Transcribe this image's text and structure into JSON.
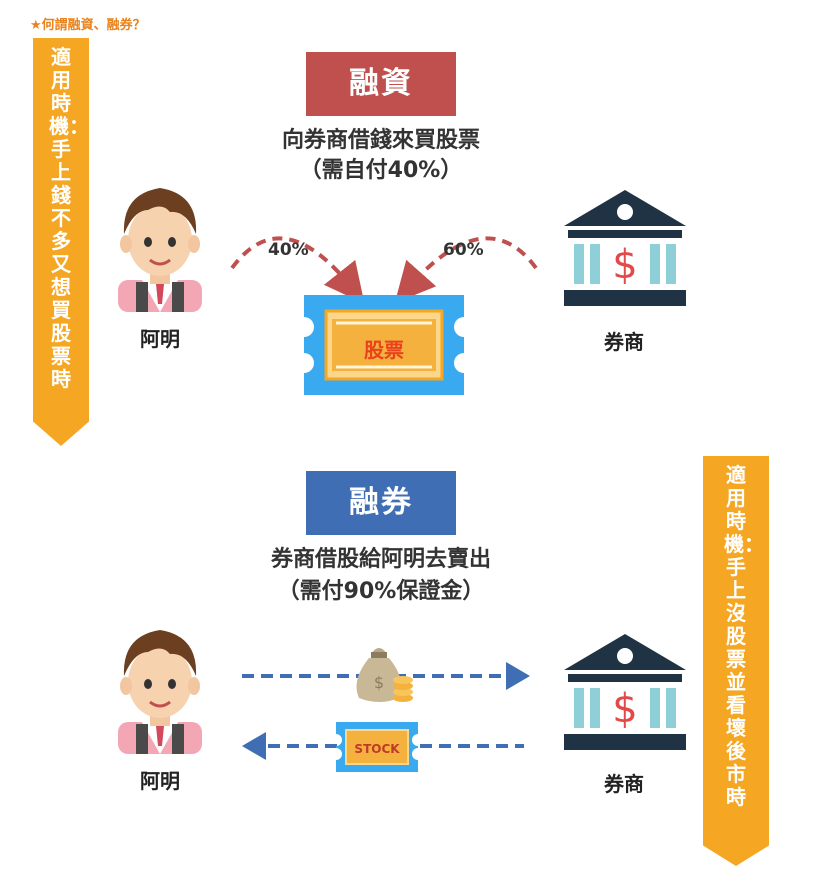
{
  "header_note": "★何謂融資、融券？",
  "banner_left": "適用時機：手上錢不多又想買股票時",
  "banner_right": "適用時機：手上沒股票並看壞後市時",
  "margin_buy": {
    "title": "融資",
    "line1": "向券商借錢來買股票",
    "line2": "（需自付40%）",
    "person_label": "阿明",
    "broker_label": "券商",
    "pct_left": "40%",
    "pct_right": "60%",
    "ticket_label": "股票"
  },
  "short_sell": {
    "title": "融券",
    "line1": "券商借股給阿明去賣出",
    "line2": "（需付90%保證金）",
    "person_label": "阿明",
    "broker_label": "券商",
    "ticket_label": "STOCK"
  },
  "colors": {
    "red": "#c0504d",
    "blue": "#3f6eb5",
    "orange": "#f5a623"
  }
}
